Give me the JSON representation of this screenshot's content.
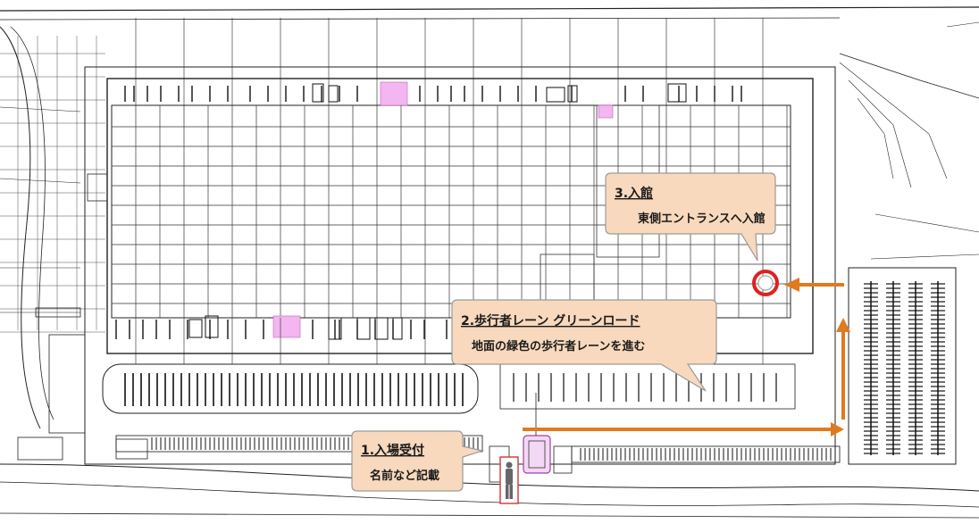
{
  "callouts": {
    "step1": {
      "title": "1.入場受付",
      "body": "名前など記載"
    },
    "step2": {
      "title": "2.歩行者レーン グリーンロード",
      "body": "地面の緑色の歩行者レーンを進む"
    },
    "step3": {
      "title": "3.入館",
      "body": "東側エントランスへ入館"
    }
  },
  "colors": {
    "route_arrow": "#e07a1f",
    "callout_fill": "#f8d9bd",
    "callout_border": "#9a9a9a",
    "entrance_marker": "#e02020",
    "highlight_pink": "#f3b6f0",
    "reception_marker": "#d64040"
  },
  "icons": {
    "person": "person-icon",
    "entrance": "entrance-circle-marker"
  }
}
